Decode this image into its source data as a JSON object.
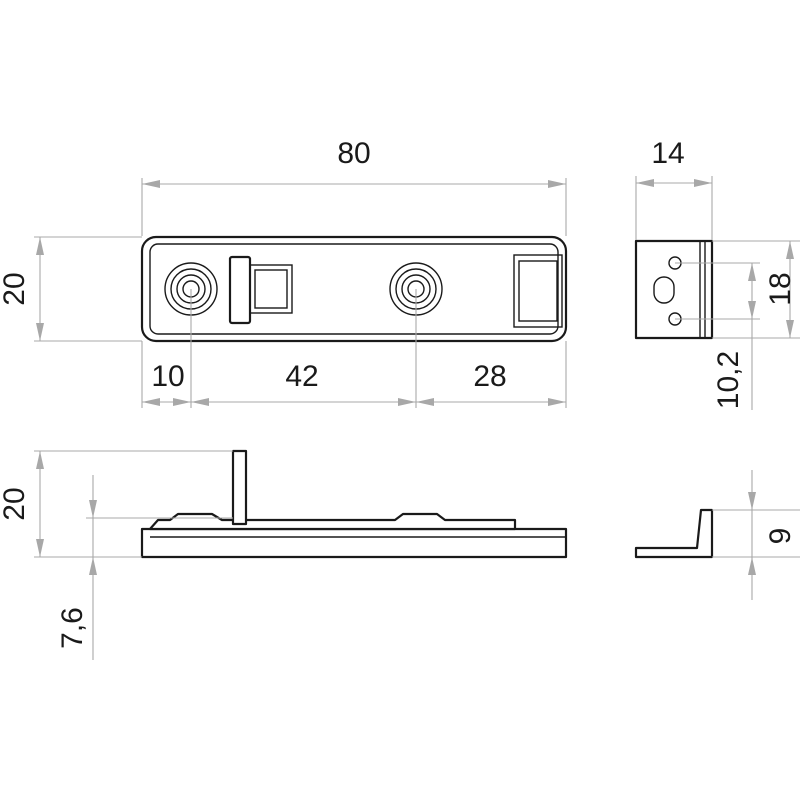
{
  "views": {
    "top": {
      "overall_length": "80",
      "height": "20",
      "hole_offset": "10",
      "hole_spacing": "42",
      "end_length": "28"
    },
    "end": {
      "width": "14",
      "height": "18",
      "hole_distance": "10,2"
    },
    "side": {
      "height": "20",
      "base_offset": "7,6"
    },
    "profile": {
      "height": "9"
    }
  }
}
